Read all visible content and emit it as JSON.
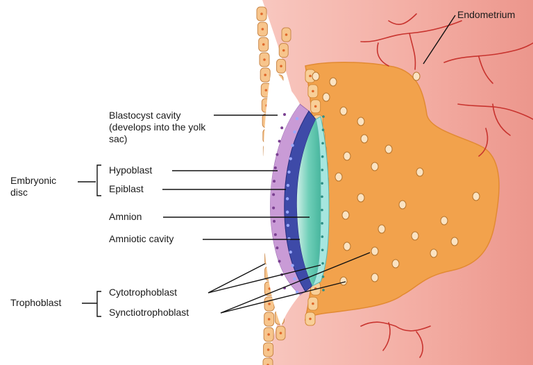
{
  "labels": {
    "endometrium": "Endometrium",
    "blastocyst_cavity": "Blastocyst cavity (develops into the yolk sac)",
    "embryonic_disc": "Embryonic disc",
    "hypoblast": "Hypoblast",
    "epiblast": "Epiblast",
    "amnion": "Amnion",
    "amniotic_cavity": "Amniotic cavity",
    "trophoblast": "Trophoblast",
    "cytotrophoblast": "Cytotrophoblast",
    "syncytiotrophoblast": "Synctiotrophoblast"
  },
  "colors": {
    "endometrium": "#f4b6ad",
    "endometrium_dark": "#ee9f95",
    "syncytiotrophoblast": "#f2a24c",
    "cytotrophoblast_cell": "#f8cf98",
    "hypoblast": "#c99bd6",
    "epiblast": "#3e4aa8",
    "amnion": "#a6e6df",
    "amniotic_cavity": "#6ccdb6",
    "vessel": "#c8332e",
    "line": "#111111"
  }
}
